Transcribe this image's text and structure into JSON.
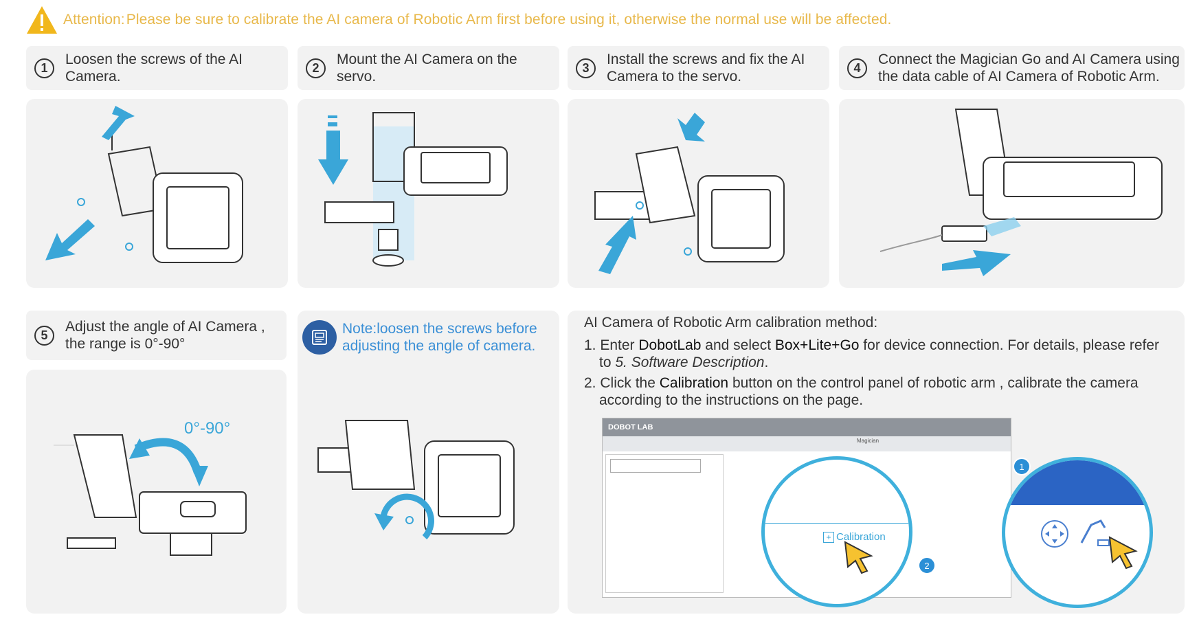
{
  "attention": {
    "label": "Attention:",
    "text": "Please be sure to calibrate the AI camera of Robotic Arm first before using it, otherwise the normal use will be affected.",
    "icon": "warning-triangle-icon"
  },
  "steps": [
    {
      "number": "1",
      "text": "Loosen the screws of the AI Camera."
    },
    {
      "number": "2",
      "text": "Mount the AI Camera on the servo."
    },
    {
      "number": "3",
      "text": "Install the screws and fix the AI Camera  to the servo."
    },
    {
      "number": "4",
      "text": "Connect the Magician Go and AI Camera using the data cable of AI Camera of Robotic Arm."
    },
    {
      "number": "5",
      "text": "Adjust the angle of AI Camera , the range is 0°-90°"
    }
  ],
  "angle_label": "0°-90°",
  "note": {
    "label": "Note:",
    "text": "loosen the screws before adjusting the angle of camera."
  },
  "method": {
    "title": "AI Camera of Robotic Arm calibration method:",
    "step1_num": "1.",
    "step1_a": "Enter ",
    "step1_b": "DobotLab",
    "step1_c": " and select ",
    "step1_d": "Box+Lite+Go",
    "step1_e": " for device connection. For details, please refer to ",
    "step1_f": "5. Software Description",
    "step1_g": ".",
    "step2_num": "2.",
    "step2_a": "Click the ",
    "step2_b": "Calibration",
    "step2_c": " button on the control panel of robotic arm , calibrate the camera according to the instructions on the page."
  },
  "screenshot": {
    "logo": "DOBOT LAB",
    "user": "Magician",
    "calibration_button": "Calibration",
    "badge1": "1",
    "badge2": "2"
  },
  "colors": {
    "accent_blue": "#3aa6d8",
    "attention_yellow": "#e8b84a",
    "panel_gray": "#f2f2f2"
  }
}
